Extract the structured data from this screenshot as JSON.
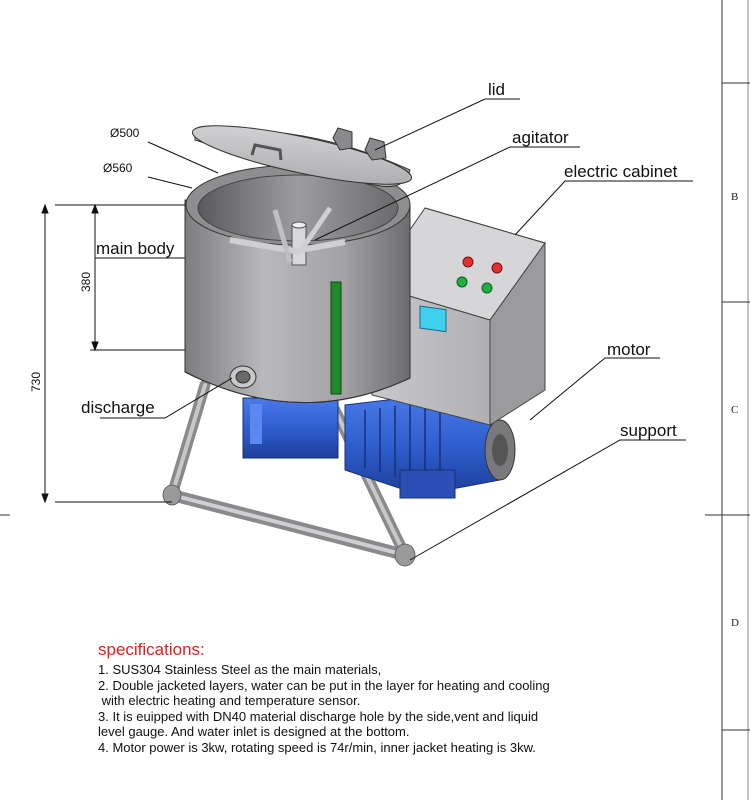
{
  "labels": {
    "lid": "lid",
    "agitator": "agitator",
    "electric_cabinet": "electric cabinet",
    "main_body": "main body",
    "discharge": "discharge",
    "motor": "motor",
    "support": "support"
  },
  "dimensions": {
    "d500": "Ø500",
    "d560": "Ø560",
    "h380": "380",
    "h730": "730"
  },
  "zones": [
    "B",
    "C",
    "D"
  ],
  "specifications": {
    "title": "specifications:",
    "lines": [
      "1. SUS304 Stainless Steel as the main materials,",
      "2. Double jacketed layers, water can be put in the layer for heating and cooling",
      " with electric heating and temperature sensor.",
      "3. It is euipped with DN40 material discharge hole by the side,vent and liquid",
      "level gauge. And water inlet is designed at the bottom.",
      "4. Motor power is 3kw, rotating speed is 74r/min, inner jacket heating is 3kw."
    ]
  },
  "colors": {
    "title_red": "#e02020",
    "steel": "#9a9a9a",
    "motor_blue": "#2f5fcf",
    "screen_cyan": "#3fd0f0",
    "button_red": "#e03030",
    "button_green": "#20b040",
    "level_gauge_green": "#1e8a2a"
  }
}
